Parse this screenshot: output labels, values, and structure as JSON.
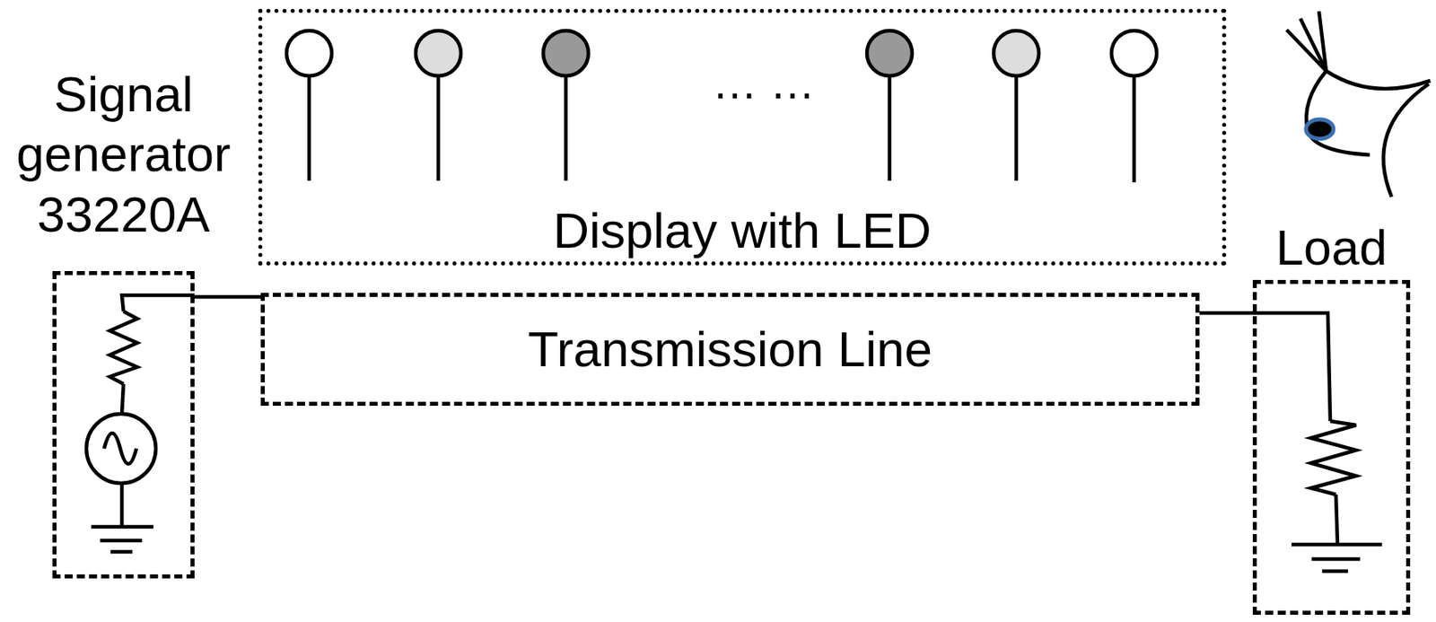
{
  "diagram": {
    "nodes": [
      {
        "text": [
          "Signal generator 33220A"
        ]
      },
      {
        "text": [
          "Display with LED"
        ]
      },
      {
        "text": [
          "Transmission Line"
        ]
      },
      {
        "text": [
          "Load"
        ]
      }
    ],
    "edges": [
      {
        "from": 0,
        "to": 2,
        "arrow": "none"
      },
      {
        "from": 2,
        "to": 3,
        "arrow": "none"
      }
    ],
    "labels": [
      "… …"
    ]
  }
}
